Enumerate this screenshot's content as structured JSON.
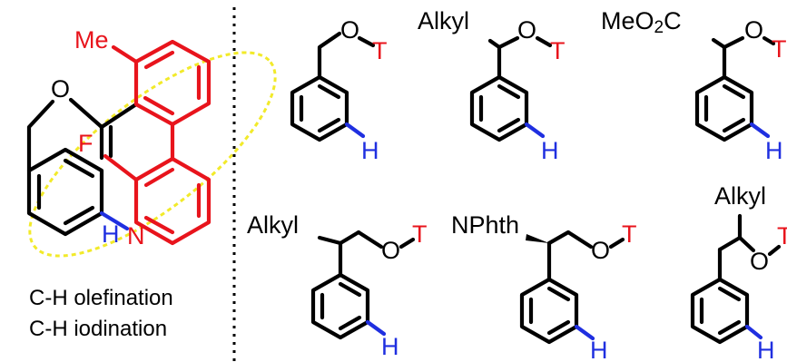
{
  "colors": {
    "bond": "#000000",
    "template": "#e8141c",
    "target_h": "#1f2fe0",
    "ellipse": "#f2ea2a",
    "divider": "#000000"
  },
  "template": {
    "methyl": "Me",
    "oxygen": "O",
    "fluorine": "F",
    "nitrogen": "N",
    "hydrogen": "H",
    "captions": [
      "C-H olefination",
      "C-H iodination"
    ]
  },
  "substrates": {
    "oxygen": "O",
    "template_label": "T",
    "hydrogen": "H",
    "alkyl": "Alkyl",
    "ester_prefix": "MeO",
    "ester_subscript": "2",
    "ester_suffix": "C",
    "nphth": "NPhth"
  }
}
